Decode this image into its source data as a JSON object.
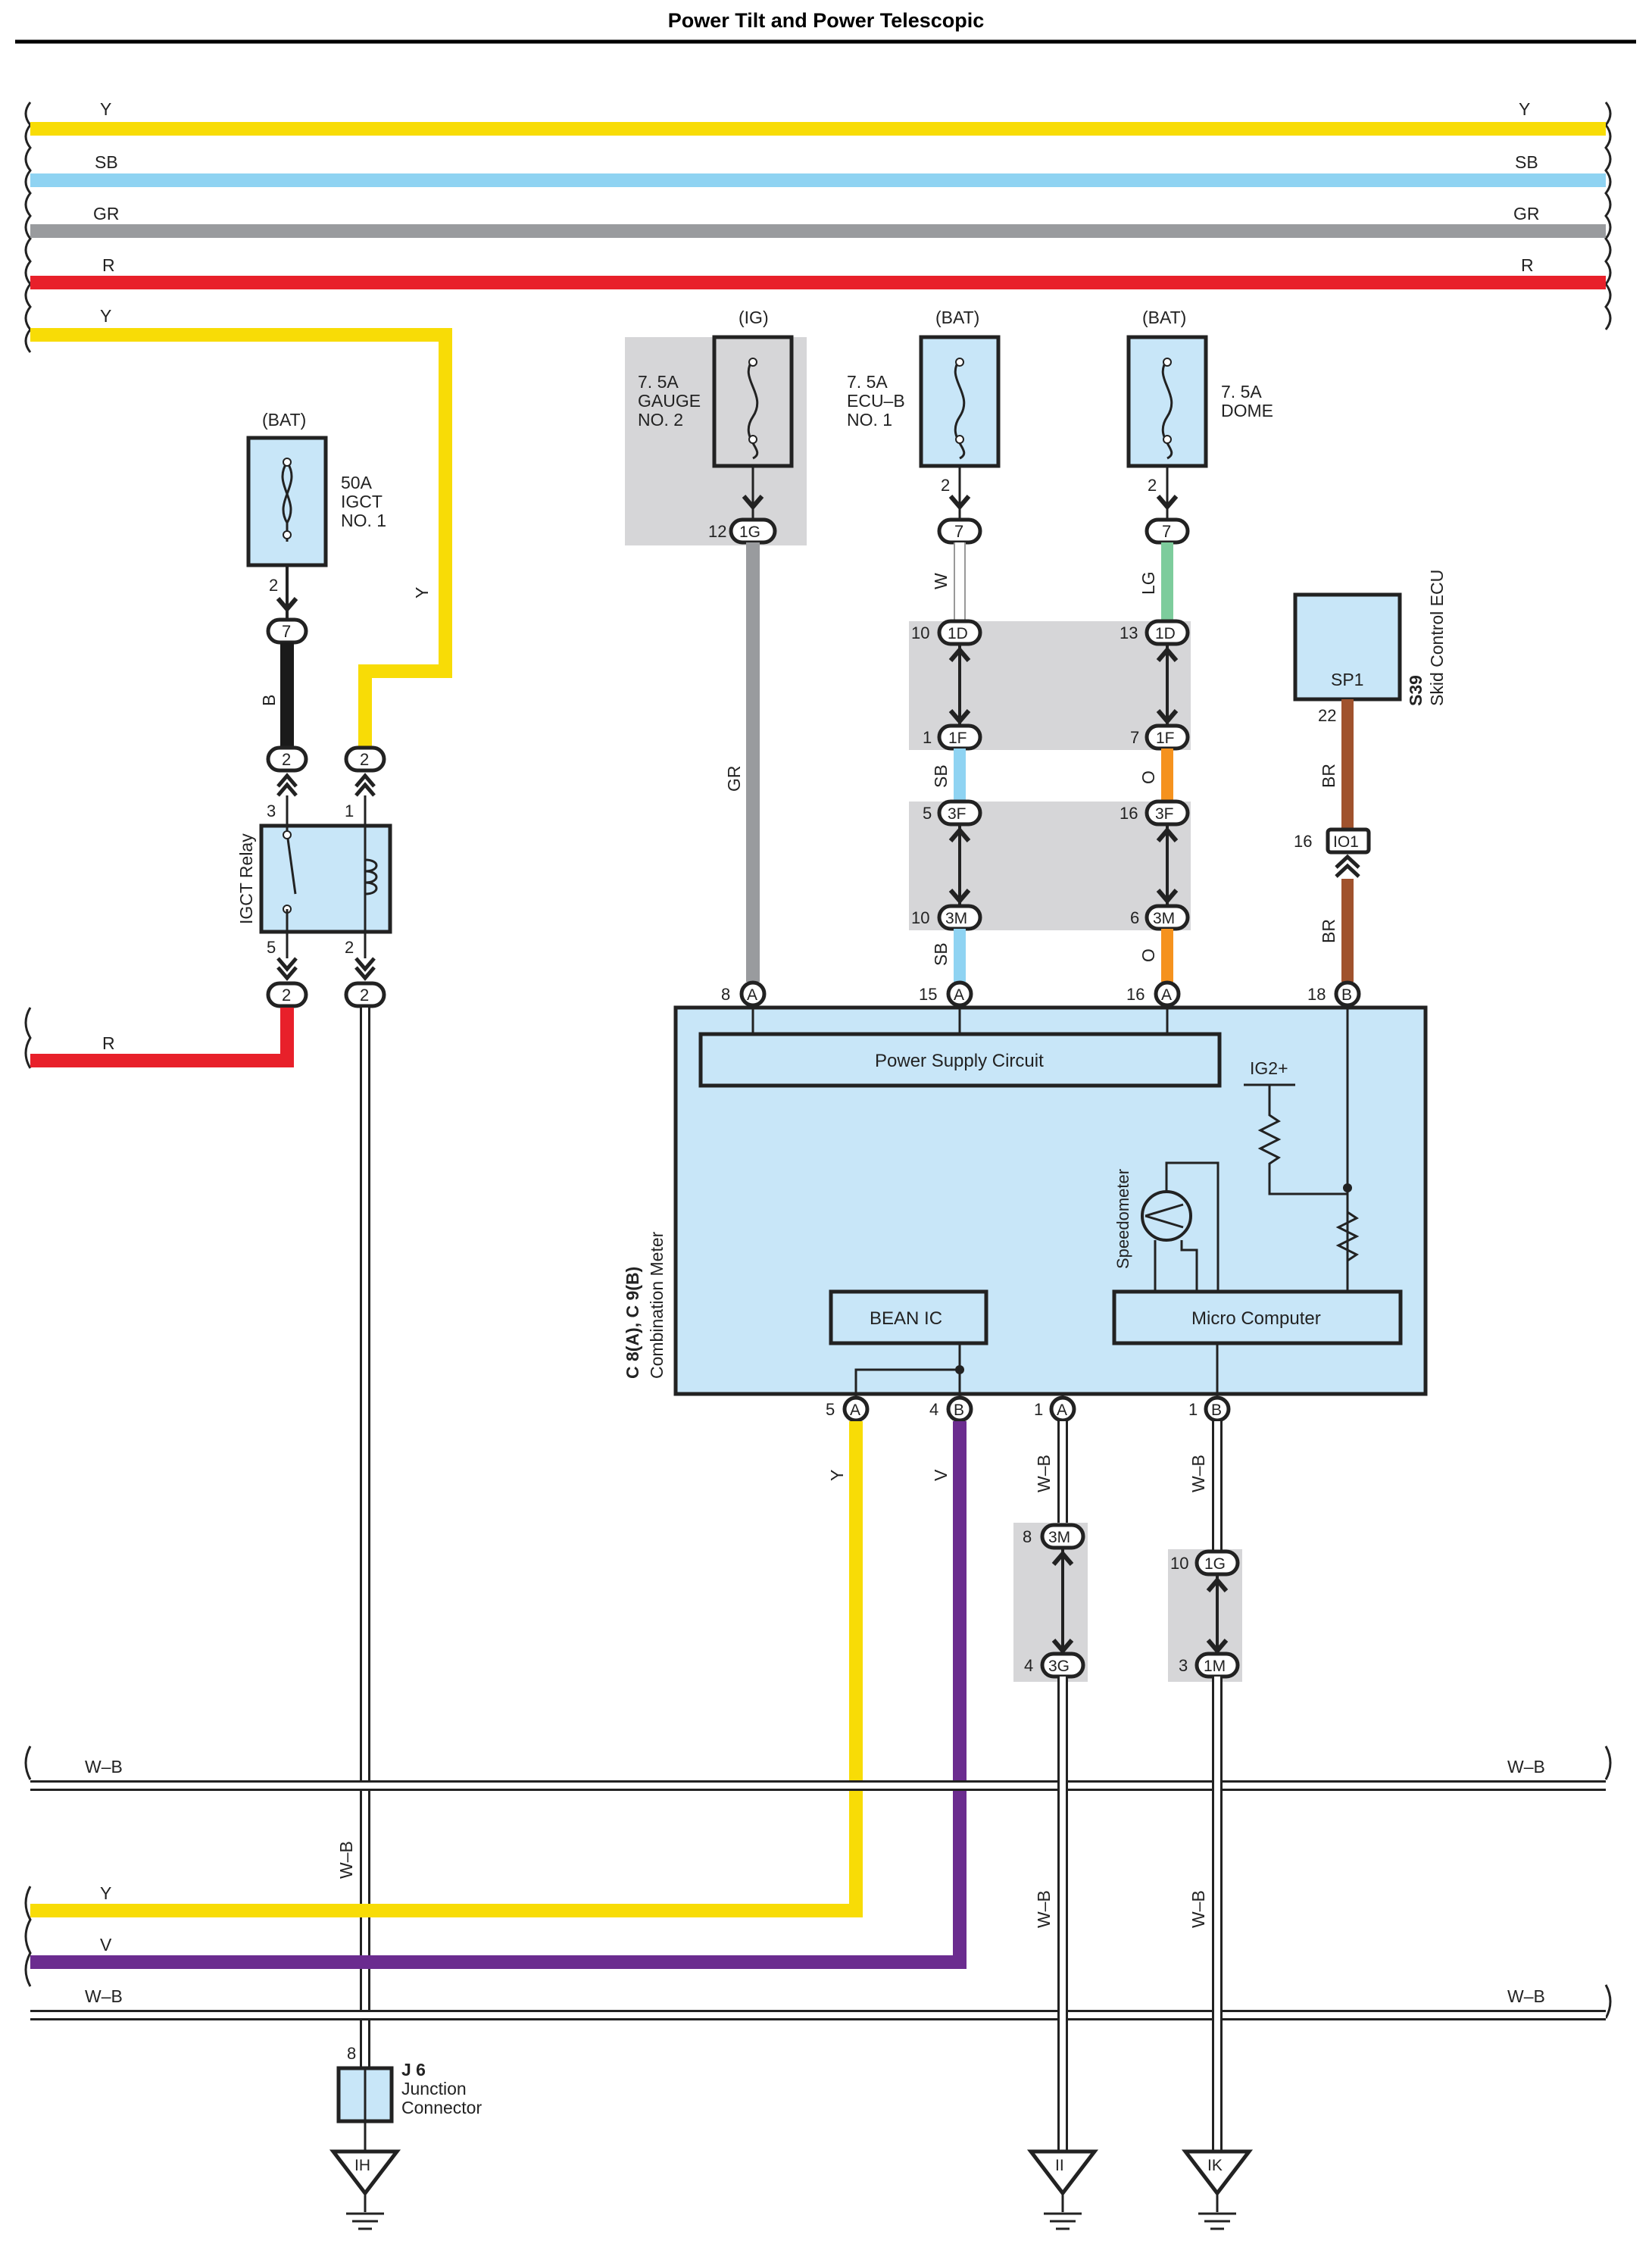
{
  "title": "Power Tilt and Power Telescopic",
  "colors": {
    "Y": "#f8dc06",
    "SB": "#8fd3f2",
    "GR": "#999b9e",
    "R": "#e8202a",
    "B": "#1a1a1a",
    "W": "#ffffff",
    "LG": "#7dcc9c",
    "O": "#f5921e",
    "BR": "#a0522d",
    "V": "#6b2c8f",
    "component_fill": "#c8e6f8",
    "highlight": "#d6d6d8"
  },
  "bus_top": [
    {
      "code": "Y",
      "label_left": "Y",
      "label_right": "Y"
    },
    {
      "code": "SB",
      "label_left": "SB",
      "label_right": "SB"
    },
    {
      "code": "GR",
      "label_left": "GR",
      "label_right": "GR"
    },
    {
      "code": "R",
      "label_left": "R",
      "label_right": "R"
    }
  ],
  "wire_labels": {
    "y_branch": "Y",
    "y_vertical": "Y",
    "b_wire": "B",
    "r_lower": "R",
    "gr_wire": "GR",
    "w_wire": "W",
    "lg_wire": "LG",
    "sb_upper": "SB",
    "sb_lower": "SB",
    "o_upper": "O",
    "o_lower": "O",
    "br_upper": "BR",
    "br_lower": "BR",
    "y_bean": "Y",
    "v_bean": "V",
    "wb_relay": "W–B",
    "wb_a1": "W–B",
    "wb_b1": "W–B",
    "wb_ii": "W–B",
    "wb_ik": "W–B",
    "bus_wb_top_left": "W–B",
    "bus_wb_top_right": "W–B",
    "bus_y_bottom": "Y",
    "bus_v_bottom": "V",
    "bus_wb_bottom_left": "W–B",
    "bus_wb_bottom_right": "W–B"
  },
  "fuses": {
    "igct": {
      "supply": "(BAT)",
      "line1": "50A",
      "line2": "IGCT",
      "line3": "NO. 1",
      "pin": "2"
    },
    "gauge": {
      "supply": "(IG)",
      "line1": "7. 5A",
      "line2": "GAUGE",
      "line3": "NO. 2",
      "pin": "12",
      "conn": "1G"
    },
    "ecub": {
      "supply": "(BAT)",
      "line1": "7. 5A",
      "line2": "ECU–B",
      "line3": "NO. 1",
      "pin": "2"
    },
    "dome": {
      "supply": "(BAT)",
      "line1": "7. 5A",
      "line2": "DOME",
      "pin": "2"
    }
  },
  "relay": {
    "label": "IGCT Relay",
    "pins": {
      "p3": "3",
      "p1": "1",
      "p5": "5",
      "p2": "2"
    },
    "conn_label": "2",
    "top_conn_pin": "7",
    "left_top_pin": "2",
    "right_top_pin": "2"
  },
  "connectors": {
    "c7": "7",
    "1D": "1D",
    "1F": "1F",
    "3F": "3F",
    "3M": "3M",
    "IO1": "IO1",
    "1G": "1G",
    "3G": "3G",
    "1M": "1M",
    "A": "A",
    "B": "B"
  },
  "pins": {
    "w_1d": "10",
    "w_1f": "1",
    "w_3f": "5",
    "w_3m": "10",
    "lg_1d": "13",
    "lg_1f": "7",
    "o_3f": "16",
    "o_3m": "6",
    "br_sp1": "22",
    "br_io1": "16",
    "meter_gr": "8",
    "meter_sb": "15",
    "meter_o": "16",
    "meter_br": "18",
    "meter_y": "5",
    "meter_v": "4",
    "meter_a1": "1",
    "meter_b1": "1",
    "a1_3m": "8",
    "a1_3g": "4",
    "b1_1g": "10",
    "b1_1m": "3",
    "j6": "8"
  },
  "skid_ecu": {
    "inner": "SP1",
    "code": "S39",
    "name": "Skid Control ECU"
  },
  "meter": {
    "code": "C 8(A), C 9(B)",
    "name": "Combination Meter",
    "power_supply": "Power Supply Circuit",
    "ig2": "IG2+",
    "speedometer": "Speedometer",
    "bean_ic": "BEAN IC",
    "micro": "Micro Computer"
  },
  "junction": {
    "code": "J 6",
    "line1": "Junction",
    "line2": "Connector"
  },
  "grounds": {
    "ih": "IH",
    "ii": "II",
    "ik": "IK"
  }
}
